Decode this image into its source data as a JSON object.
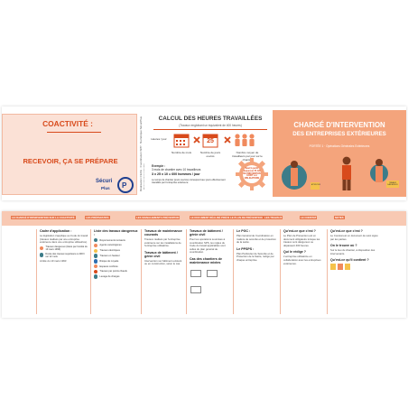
{
  "colors": {
    "accent": "#d84a1b",
    "salmon": "#f4a47c",
    "light_pink": "#fbe1d6",
    "teal": "#3d7c89",
    "navy": "#1e3f8f",
    "yellow": "#f5c24b"
  },
  "top_left": {
    "coactivite": "COACTIVITÉ :",
    "recevoir": "RECEVOIR, ÇA SE PRÉPARE",
    "logo_text": "Sécuri",
    "logo_suffix": "Plus",
    "vertical_note": "Réalisation CECE · Coordination SPP · Numérique SécuriPlus · Reproduction interdite"
  },
  "calc": {
    "title": "CALCUL DES HEURES TRAVAILLÉES",
    "subtitle": "(Travaux englobant un équivalent de 400 heures)",
    "items": [
      {
        "label": "Nombre de mois",
        "value": ""
      },
      {
        "label": "Nombre de jours ouvrés",
        "value": "25"
      },
      {
        "label": "Nombre moyen de travailleurs par jour sur le chantier",
        "value": ""
      }
    ],
    "day_label": "Heures / jour",
    "example_label": "Exemple :",
    "example_text": "3 mois de chantier avec 10 travailleurs",
    "example_formula": "3 x 25 x 10 = 600 hommes / jour",
    "footnote": "Le temps de chantier (jours ouvrés) correspond aux jours effectivement travaillés par l'entreprise extérieure.",
    "gear_text": "Seuil à partir duquel un PLAN DE PRÉVENTION ÉCRIT est OBLIGATOIRE"
  },
  "role": {
    "title_line1": "CHARGÉ D'INTERVENTION",
    "title_line2": "DES ENTREPRISES EXTÉRIEURES",
    "subtitle": "PORTÉE 1 · Opérations Générales Extérieures",
    "badge1": "ATTENTION",
    "badge2": "TRAVAUX\nDANGEREUX"
  },
  "bottom_header": [
    "LE CHARGÉ D'INTERVENTION SUR LA COACTIVITÉ",
    "LES PRÉPARATIFS",
    "LES SIGNALEMENTS PRÉVENTION",
    "LE DOCUMENT RÉALISÉ PRÉVENTIONNE",
    "LE PLAN DE PRÉVENTION",
    "LES TRAVAUX",
    "LE CONSTAT",
    "NOTES"
  ],
  "columns": [
    {
      "title": "Cadre d'application :",
      "text": "La législation s'applique au Code du travail (travaux réalisés par une entreprise extérieure dans une entreprise utilisatrice).",
      "rows": [
        {
          "icon": "warning-icon",
          "label": "Travaux dangereux (listés par l'arrêté du 19 mars 1993)"
        },
        {
          "icon": "clock-icon",
          "label": "Durée des travaux supérieure à 400 h sur 12 mois"
        }
      ],
      "foot": "Arrêté du 19 mars 1993"
    },
    {
      "title": "Liste des travaux dangereux :",
      "rows": [
        {
          "icon": "radiation-icon",
          "label": "Rayonnements ionisants"
        },
        {
          "icon": "chemical-icon",
          "label": "Agents cancérigènes"
        },
        {
          "icon": "electric-icon",
          "label": "Travaux électriques"
        },
        {
          "icon": "height-icon",
          "label": "Travaux en hauteur"
        },
        {
          "icon": "water-icon",
          "label": "Risque de noyade"
        },
        {
          "icon": "confined-icon",
          "label": "Espaces confinés"
        },
        {
          "icon": "fire-icon",
          "label": "Travaux par points chauds"
        },
        {
          "icon": "crane-icon",
          "label": "Levage de charges"
        }
      ]
    },
    {
      "title": "Travaux de maintenance courants",
      "text": "Travaux réalisés par l'entreprise extérieure sur les installations de l'entreprise utilisatrice.",
      "subtitle": "Travaux de bâtiment / génie civil",
      "text2": "Intervention sur bâtiment existant ou en construction, selon le cas."
    },
    {
      "title": "Travaux de bâtiment / génie civil",
      "text": "Pour les opérations soumises à coordination SPS, les règles du Code du travail applicables sont celles du plan général de coordination.",
      "subtitle": "Cas des chantiers de maintenance mixtes"
    },
    {
      "title": "Le PGC :",
      "text": "Plan Général de Coordination en matière de sécurité et de protection de la santé.",
      "subtitle": "Le PPSPS :",
      "text2": "Plan Particulier de Sécurité et de Protection de la Santé, rédigé par chaque entreprise."
    },
    {
      "title": "Qu'est-ce que c'est ?",
      "text": "Le Plan de Prévention est un document obligatoire lorsque les travaux sont dangereux ou dépassent 400 heures.",
      "subtitle": "Qui le rédige ?",
      "text2": "L'entreprise utilisatrice en collaboration avec les entreprises extérieures."
    },
    {
      "title": "Qu'est-ce que c'est ?",
      "text": "Le Constat est un document de suivi signé par les parties.",
      "subtitle": "On le trouve où ?",
      "text2": "Sur le lieu du chantier, à disposition des intervenants.",
      "subtitle2": "Qu'est-ce qu'il contient ?"
    }
  ]
}
